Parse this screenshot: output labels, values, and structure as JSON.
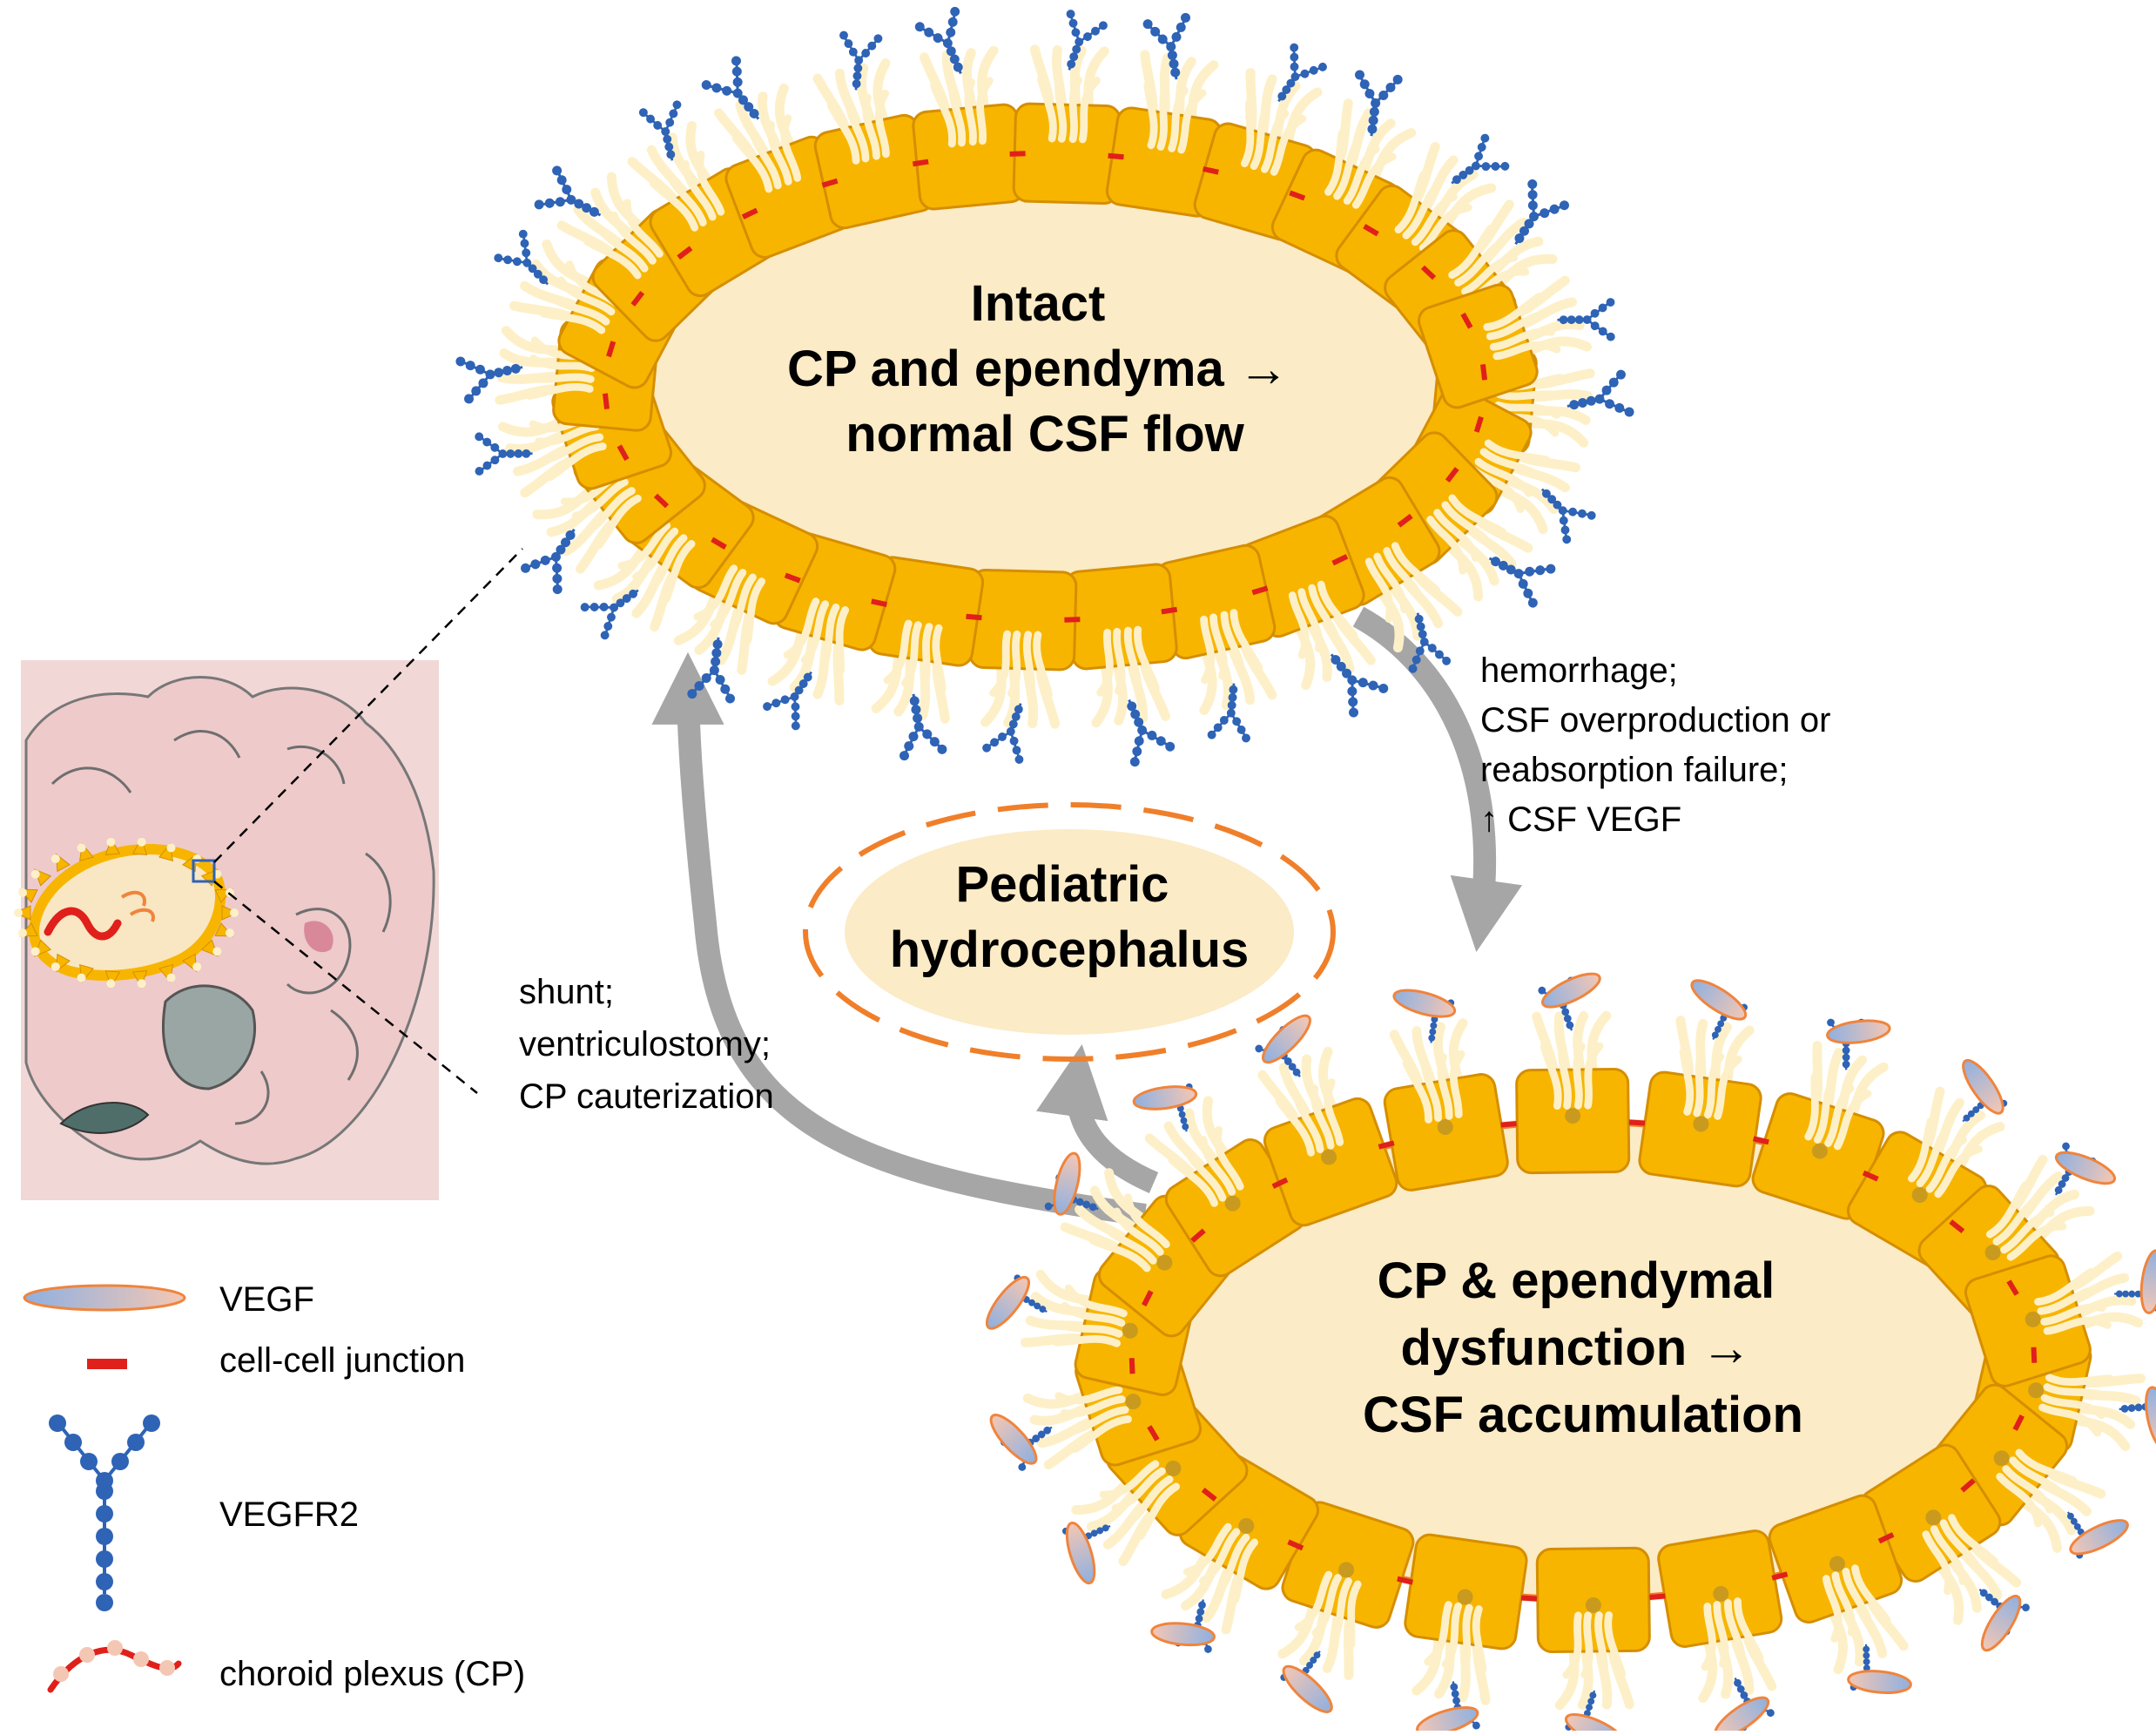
{
  "states": {
    "intact": {
      "lines": [
        "Intact",
        "CP and ependyma →",
        "normal CSF flow"
      ]
    },
    "center": {
      "lines": [
        "Pediatric",
        "hydrocephalus"
      ]
    },
    "dysfunction": {
      "lines": [
        "CP & ependymal",
        "dysfunction →",
        "CSF accumulation"
      ]
    }
  },
  "transitions": {
    "to_hydrocephalus": {
      "lines": [
        "hemorrhage;",
        "CSF overproduction or",
        "reabsorption failure;",
        "↑  CSF VEGF"
      ]
    },
    "treatment": {
      "lines": [
        "shunt;",
        "ventriculostomy;",
        "CP cauterization"
      ]
    }
  },
  "legend": [
    {
      "key": "vegf",
      "label": "VEGF"
    },
    {
      "key": "junction",
      "label": "cell-cell junction"
    },
    {
      "key": "vegfr2",
      "label": "VEGFR2"
    },
    {
      "key": "cp",
      "label": "choroid plexus (CP)"
    }
  ],
  "colors": {
    "cell_fill": "#f7b500",
    "cell_stroke": "#d58e00",
    "lumen_fill": "#fbebc6",
    "arrow": "#a6a6a6",
    "dash_ring": "#f07f2a",
    "receptor": "#2e63b5",
    "junction": "#e0201b",
    "microvilli": "#fdf0c8",
    "vegf_fill": "#a9bedf",
    "vegf_stroke": "#f0843c",
    "brain_bg": "#f2d7d7"
  }
}
